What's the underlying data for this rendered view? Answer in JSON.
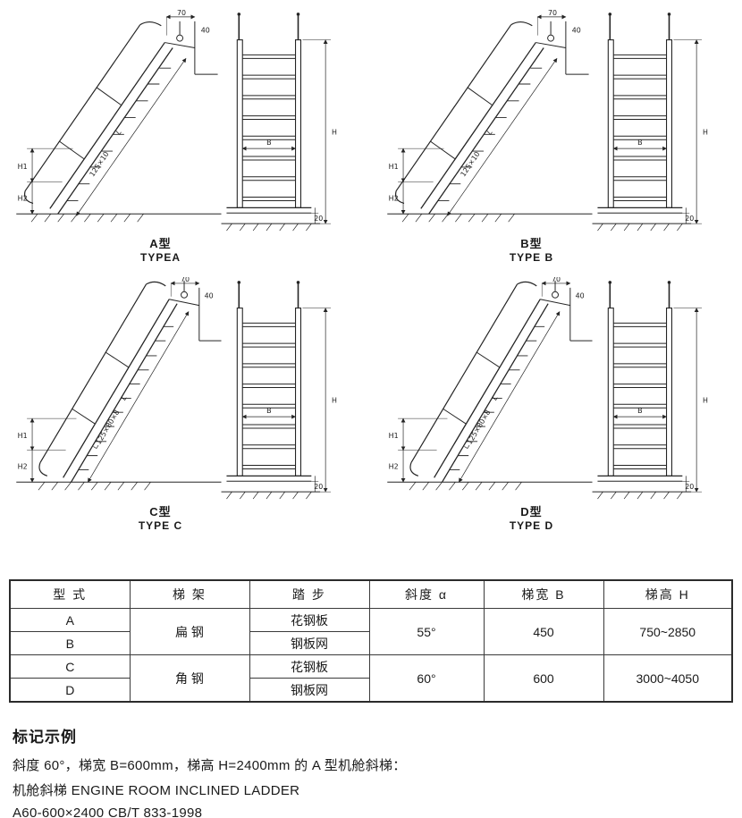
{
  "page": {
    "background": "#ffffff",
    "ink": "#242424"
  },
  "drawings": {
    "items": [
      {
        "label_cn": "A型",
        "label_en": "TYPEA",
        "stringer_spec": "125×10"
      },
      {
        "label_cn": "B型",
        "label_en": "TYPE B",
        "stringer_spec": "125×10"
      },
      {
        "label_cn": "C型",
        "label_en": "TYPE C",
        "stringer_spec": "∟125×80×8"
      },
      {
        "label_cn": "D型",
        "label_en": "TYPE D",
        "stringer_spec": "∟125×80×8"
      }
    ],
    "dims": {
      "top_offset": "70",
      "bracket": "40",
      "h1": "H1",
      "h2": "H2",
      "length": "L",
      "height": "H",
      "width": "B",
      "base": "20"
    }
  },
  "table": {
    "headers": [
      "型  式",
      "梯  架",
      "踏  步",
      "斜度  α",
      "梯宽  B",
      "梯高  H"
    ],
    "groups": [
      {
        "frame": "扁  钢",
        "angle": "55°",
        "width": "450",
        "height": "750~2850",
        "rows": [
          {
            "type": "A",
            "step": "花钢板"
          },
          {
            "type": "B",
            "step": "钢板网"
          }
        ]
      },
      {
        "frame": "角  钢",
        "angle": "60°",
        "width": "600",
        "height": "3000~4050",
        "rows": [
          {
            "type": "C",
            "step": "花钢板"
          },
          {
            "type": "D",
            "step": "钢板网"
          }
        ]
      }
    ]
  },
  "notes": {
    "title": "标记示例",
    "lines": [
      "斜度 60°，梯宽 B=600mm，梯高 H=2400mm 的 A 型机舱斜梯：",
      "机舱斜梯 ENGINE ROOM INCLINED LADDER",
      "A60-600×2400 CB/T 833-1998"
    ]
  }
}
